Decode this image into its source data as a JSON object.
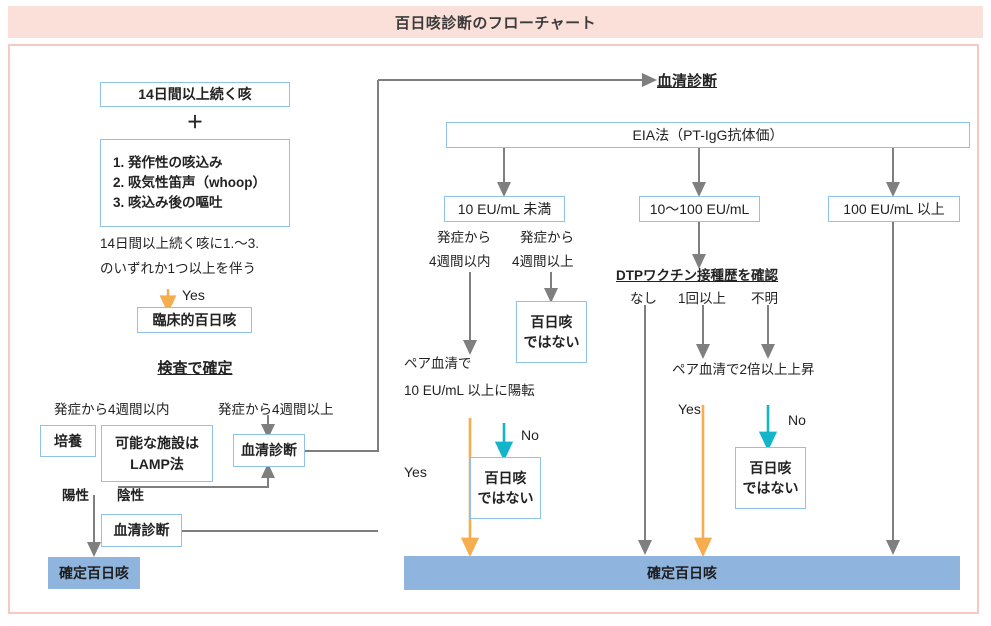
{
  "header": {
    "title": "百日咳診断のフローチャート",
    "bar_color": "#fbe0da",
    "frame_color": "#f7c9c0"
  },
  "palette": {
    "box_border": "#8ec2e8",
    "fill_blue": "#8fb4dd",
    "arrow_gray": "#7f7f7f",
    "arrow_orange": "#f5ad4e",
    "arrow_teal": "#14b5c8"
  },
  "left": {
    "cough_box": "14日間以上続く咳",
    "plus": "＋",
    "symptom_1": "1. 発作性の咳込み",
    "symptom_2": "2. 吸気性笛声（whoop）",
    "symptom_3": "3. 咳込み後の嘔吐",
    "criteria_line1": "14日間以上続く咳に1.〜3.",
    "criteria_line2": "のいずれか1つ以上を伴う",
    "yes_label": "Yes",
    "clinical_box": "臨床的百日咳",
    "confirm_heading": "検査で確定",
    "within4_label": "発症から4週間以内",
    "over4_label": "発症から4週間以上",
    "culture_box": "培養",
    "lamp_box_line1": "可能な施設は",
    "lamp_box_line2": "LAMP法",
    "serum_box_top": "血清診断",
    "positive_label": "陽性",
    "negative_label": "陰性",
    "serum_box_bottom": "血清診断",
    "confirmed_box": "確定百日咳"
  },
  "right": {
    "serum_heading": "血清診断",
    "eia_box": "EIA法（PT-IgG抗体価）",
    "level_low": "10 EU/mL 未満",
    "level_mid": "10〜100 EU/mL",
    "level_high": "100 EU/mL 以上",
    "onset_within_line1": "発症から",
    "onset_within_line2": "4週間以内",
    "onset_over_line1": "発症から",
    "onset_over_line2": "4週間以上",
    "not_pertussis_a_line1": "百日咳",
    "not_pertussis_a_line2": "ではない",
    "paired_serum_line1": "ペア血清で",
    "paired_serum_line2": "10 EU/mL 以上に陽転",
    "yes_a": "Yes",
    "no_a": "No",
    "not_pertussis_b_line1": "百日咳",
    "not_pertussis_b_line2": "ではない",
    "dtp_heading": "DTPワクチン接種歴を確認",
    "dtp_none": "なし",
    "dtp_once": "1回以上",
    "dtp_unknown": "不明",
    "paired_serum_2x": "ペア血清で2倍以上上昇",
    "yes_b": "Yes",
    "no_b": "No",
    "not_pertussis_c_line1": "百日咳",
    "not_pertussis_c_line2": "ではない",
    "confirmed_bar": "確定百日咳"
  }
}
